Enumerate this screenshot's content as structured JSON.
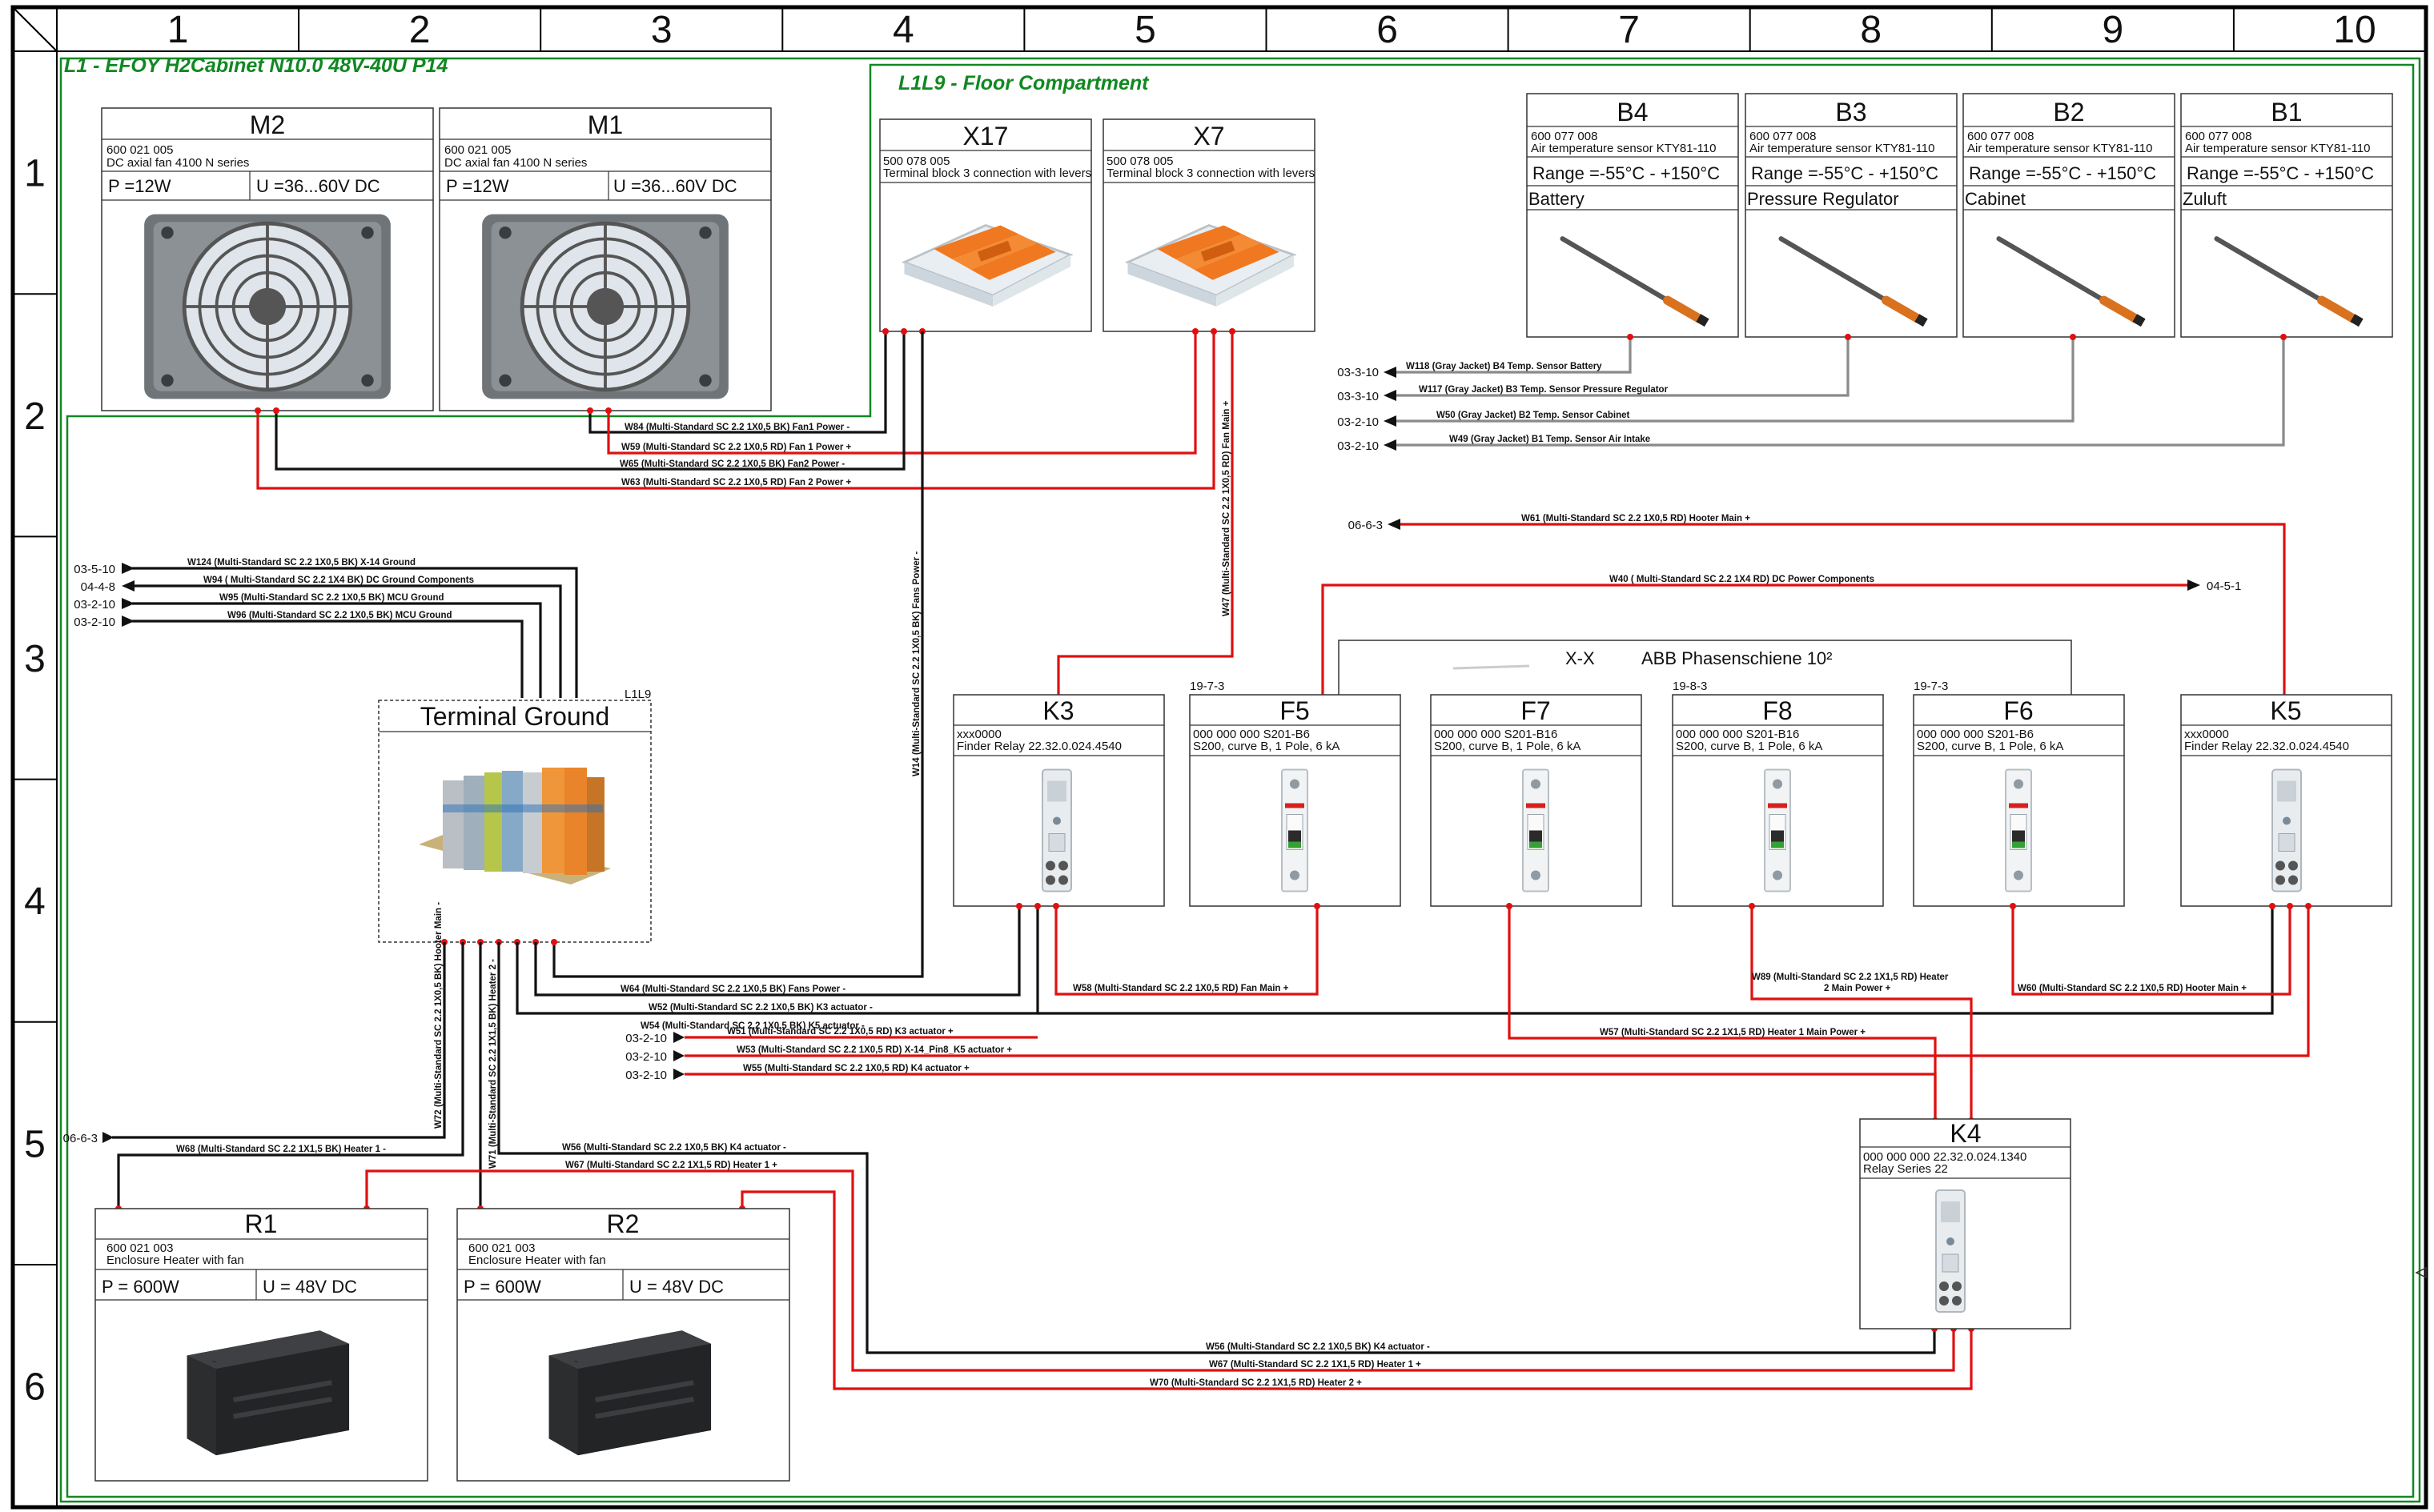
{
  "grid": {
    "columns": [
      "1",
      "2",
      "3",
      "4",
      "5",
      "6",
      "7",
      "8",
      "9",
      "10"
    ],
    "rows": [
      "1",
      "2",
      "3",
      "4",
      "5",
      "6"
    ]
  },
  "zones": {
    "outer_title": "L1 - EFOY H2Cabinet N10.0 48V-40U P14",
    "floor_title": "L1L9 - Floor Compartment"
  },
  "fans": [
    {
      "tag": "M2",
      "part": "600 021 005",
      "desc": "DC axial fan 4100 N series",
      "power": "P =12W",
      "voltage": "U =36...60V DC"
    },
    {
      "tag": "M1",
      "part": "600 021 005",
      "desc": "DC axial fan 4100 N series",
      "power": "P =12W",
      "voltage": "U =36...60V DC"
    }
  ],
  "terminal_blocks": [
    {
      "tag": "X17",
      "part": "500 078 005",
      "desc": "Terminal block 3 connection with levers"
    },
    {
      "tag": "X7",
      "part": "500 078 005",
      "desc": "Terminal block 3 connection with levers"
    }
  ],
  "sensors": [
    {
      "tag": "B4",
      "part": "600 077 008",
      "desc": "Air temperature sensor KTY81-110",
      "range": "Range =-55°C - +150°C",
      "location": "Battery"
    },
    {
      "tag": "B3",
      "part": "600 077 008",
      "desc": "Air temperature sensor KTY81-110",
      "range": "Range =-55°C - +150°C",
      "location": "Pressure Regulator"
    },
    {
      "tag": "B2",
      "part": "600 077 008",
      "desc": "Air temperature sensor KTY81-110",
      "range": "Range =-55°C - +150°C",
      "location": "Cabinet"
    },
    {
      "tag": "B1",
      "part": "600 077 008",
      "desc": "Air temperature sensor KTY81-110",
      "range": "Range =-55°C - +150°C",
      "location": "Zuluft"
    }
  ],
  "sensor_wires": [
    {
      "ref": "03-3-10",
      "label": "W118 (Gray Jacket) B4 Temp. Sensor Battery"
    },
    {
      "ref": "03-3-10",
      "label": "W117 (Gray Jacket) B3 Temp. Sensor Pressure Regulator"
    },
    {
      "ref": "03-2-10",
      "label": "W50 (Gray Jacket) B2 Temp. Sensor Cabinet"
    },
    {
      "ref": "03-2-10",
      "label": "W49 (Gray Jacket) B1 Temp. Sensor Air Intake"
    }
  ],
  "fan_wires": [
    "W84 (Multi-Standard SC 2.2 1X0,5 BK) Fan1 Power -",
    "W59 (Multi-Standard SC 2.2 1X0,5 RD) Fan 1 Power +",
    "W65 (Multi-Standard SC 2.2 1X0,5 BK) Fan2 Power -",
    "W63 (Multi-Standard SC 2.2 1X0,5 RD) Fan 2 Power +"
  ],
  "vertical_wires": {
    "w14": "W14 (Multi-Standard SC 2.2 1X0,5 BK) Fans Power -",
    "w47": "W47 (Multi-Standard SC 2.2 1X0,5 RD) Fan Main +",
    "w72": "W72 (Multi-Standard SC 2.2 1X0,5 BK) Hooter Main -",
    "w71": "W71 (Multi-Standard SC 2.2 1X1,5 BK) Heater 2 -"
  },
  "hooter_wire": {
    "ref": "06-6-3",
    "label": "W61 (Multi-Standard SC 2.2 1X0,5 RD) Hooter Main +"
  },
  "dc_power_wire": {
    "ref": "04-5-1",
    "label": "W40 ( Multi-Standard SC 2.2 1X4 RD) DC Power Components"
  },
  "ground_wires": [
    {
      "ref": "03-5-10",
      "label": "W124 (Multi-Standard SC 2.2 1X0,5 BK) X-14 Ground"
    },
    {
      "ref": "04-4-8",
      "label": "W94 ( Multi-Standard SC 2.2 1X4 BK) DC Ground Components"
    },
    {
      "ref": "03-2-10",
      "label": "W95 (Multi-Standard SC 2.2 1X0,5 BK) MCU Ground"
    },
    {
      "ref": "03-2-10",
      "label": "W96 (Multi-Standard SC 2.2 1X0,5 BK) MCU Ground"
    }
  ],
  "terminal_ground": {
    "tag": "Terminal Ground",
    "location": "L1L9"
  },
  "rail": {
    "tag": "X-X",
    "desc": "ABB Phasenschiene 10²"
  },
  "relays": [
    {
      "tag": "K3",
      "part": "xxx0000",
      "desc": "Finder Relay 22.32.0.024.4540",
      "cross_ref": ""
    },
    {
      "tag": "K5",
      "part": "xxx0000",
      "desc": "Finder Relay 22.32.0.024.4540",
      "cross_ref": ""
    }
  ],
  "breakers": [
    {
      "tag": "F5",
      "part": "000 000 000 S201-B6",
      "desc": "S200, curve B, 1 Pole, 6 kA",
      "cross_ref": "19-7-3"
    },
    {
      "tag": "F7",
      "part": "000 000 000 S201-B16",
      "desc": "S200, curve B, 1 Pole, 6 kA",
      "cross_ref": ""
    },
    {
      "tag": "F8",
      "part": "000 000 000 S201-B16",
      "desc": "S200, curve B, 1 Pole, 6 kA",
      "cross_ref": "19-8-3"
    },
    {
      "tag": "F6",
      "part": "000 000 000 S201-B6",
      "desc": "S200, curve B, 1 Pole, 6 kA",
      "cross_ref": "19-7-3"
    }
  ],
  "k4": {
    "tag": "K4",
    "part": "000 000 000 22.32.0.024.1340",
    "desc": "Relay Series 22"
  },
  "mid_wires": {
    "w64": "W64 (Multi-Standard SC 2.2 1X0,5 BK) Fans Power -",
    "w52": "W52 (Multi-Standard SC 2.2 1X0,5 BK) K3 actuator -",
    "w54": "W54 (Multi-Standard SC 2.2 1X0,5 BK) K5 actuator -",
    "w58": "W58 (Multi-Standard SC 2.2 1X0,5 RD) Fan Main +",
    "w89a": "W89 (Multi-Standard SC 2.2 1X1,5 RD) Heater",
    "w89b": "2 Main Power +",
    "w60": "W60 (Multi-Standard SC 2.2 1X0,5 RD) Hooter Main +",
    "w57": "W57 (Multi-Standard SC 2.2 1X1,5 RD) Heater 1 Main Power +"
  },
  "actuator_wires": [
    {
      "ref": "03-2-10",
      "label": "W51 (Multi-Standard SC 2.2 1X0,5 RD) K3 actuator +"
    },
    {
      "ref": "03-2-10",
      "label": "W53 (Multi-Standard SC 2.2 1X0,5 RD) X-14_Pin8_K5 actuator +"
    },
    {
      "ref": "03-2-10",
      "label": "W55 (Multi-Standard SC 2.2 1X0,5 RD) K4 actuator +"
    }
  ],
  "heater_wires": {
    "w68_ref": "06-6-3",
    "w68": "W68 (Multi-Standard SC 2.2 1X1,5 BK) Heater 1 -",
    "w56": "W56 (Multi-Standard SC 2.2 1X0,5 BK) K4 actuator -",
    "w67": "W67 (Multi-Standard SC 2.2 1X1,5 RD) Heater 1 +",
    "w56b": "W56 (Multi-Standard SC 2.2 1X0,5 BK) K4 actuator -",
    "w67b": "W67 (Multi-Standard SC 2.2 1X1,5 RD) Heater 1 +",
    "w70": "W70 (Multi-Standard SC 2.2 1X1,5 RD) Heater 2 +"
  },
  "heaters": [
    {
      "tag": "R1",
      "part": "600 021 003",
      "desc": "Enclosure Heater  with fan",
      "power": "P =  600W",
      "voltage": "U =  48V DC"
    },
    {
      "tag": "R2",
      "part": "600 021 003",
      "desc": "Enclosure Heater  with fan",
      "power": "P =  600W",
      "voltage": "U =  48V DC"
    }
  ],
  "colors": {
    "wire_red": "#e01010",
    "wire_black": "#111111",
    "wire_gray": "#8a8a8a",
    "zone_green": "#118822",
    "terminal_orange": "#f07820"
  }
}
